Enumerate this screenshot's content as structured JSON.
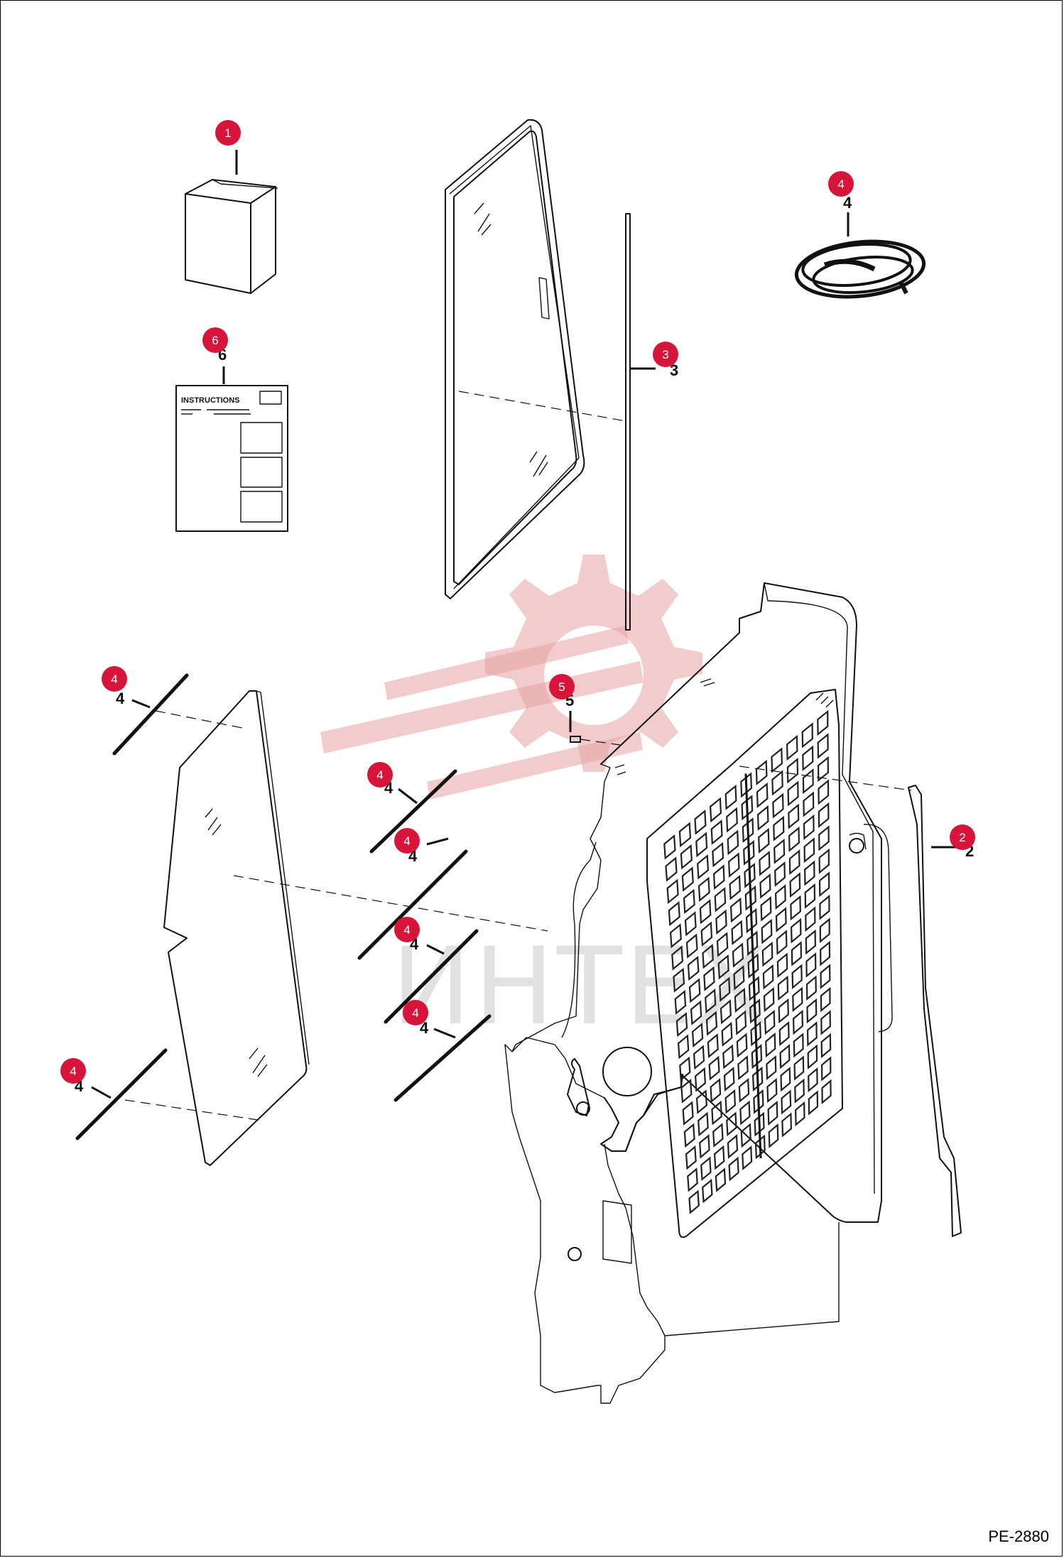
{
  "watermark": {
    "text": "ИНТЕХ",
    "color": "#e7a3a3"
  },
  "markers": [
    {
      "id": "m1",
      "label": "1"
    },
    {
      "id": "m2",
      "label": "2"
    },
    {
      "id": "m3",
      "label": "3"
    },
    {
      "id": "m4",
      "label": "4"
    },
    {
      "id": "m5",
      "label": "5"
    },
    {
      "id": "m6",
      "label": "6"
    }
  ],
  "instructions_sheet": {
    "title": "INSTRUCTIONS"
  },
  "figure_code": "PE-2880",
  "accent_color": "#d7153a"
}
